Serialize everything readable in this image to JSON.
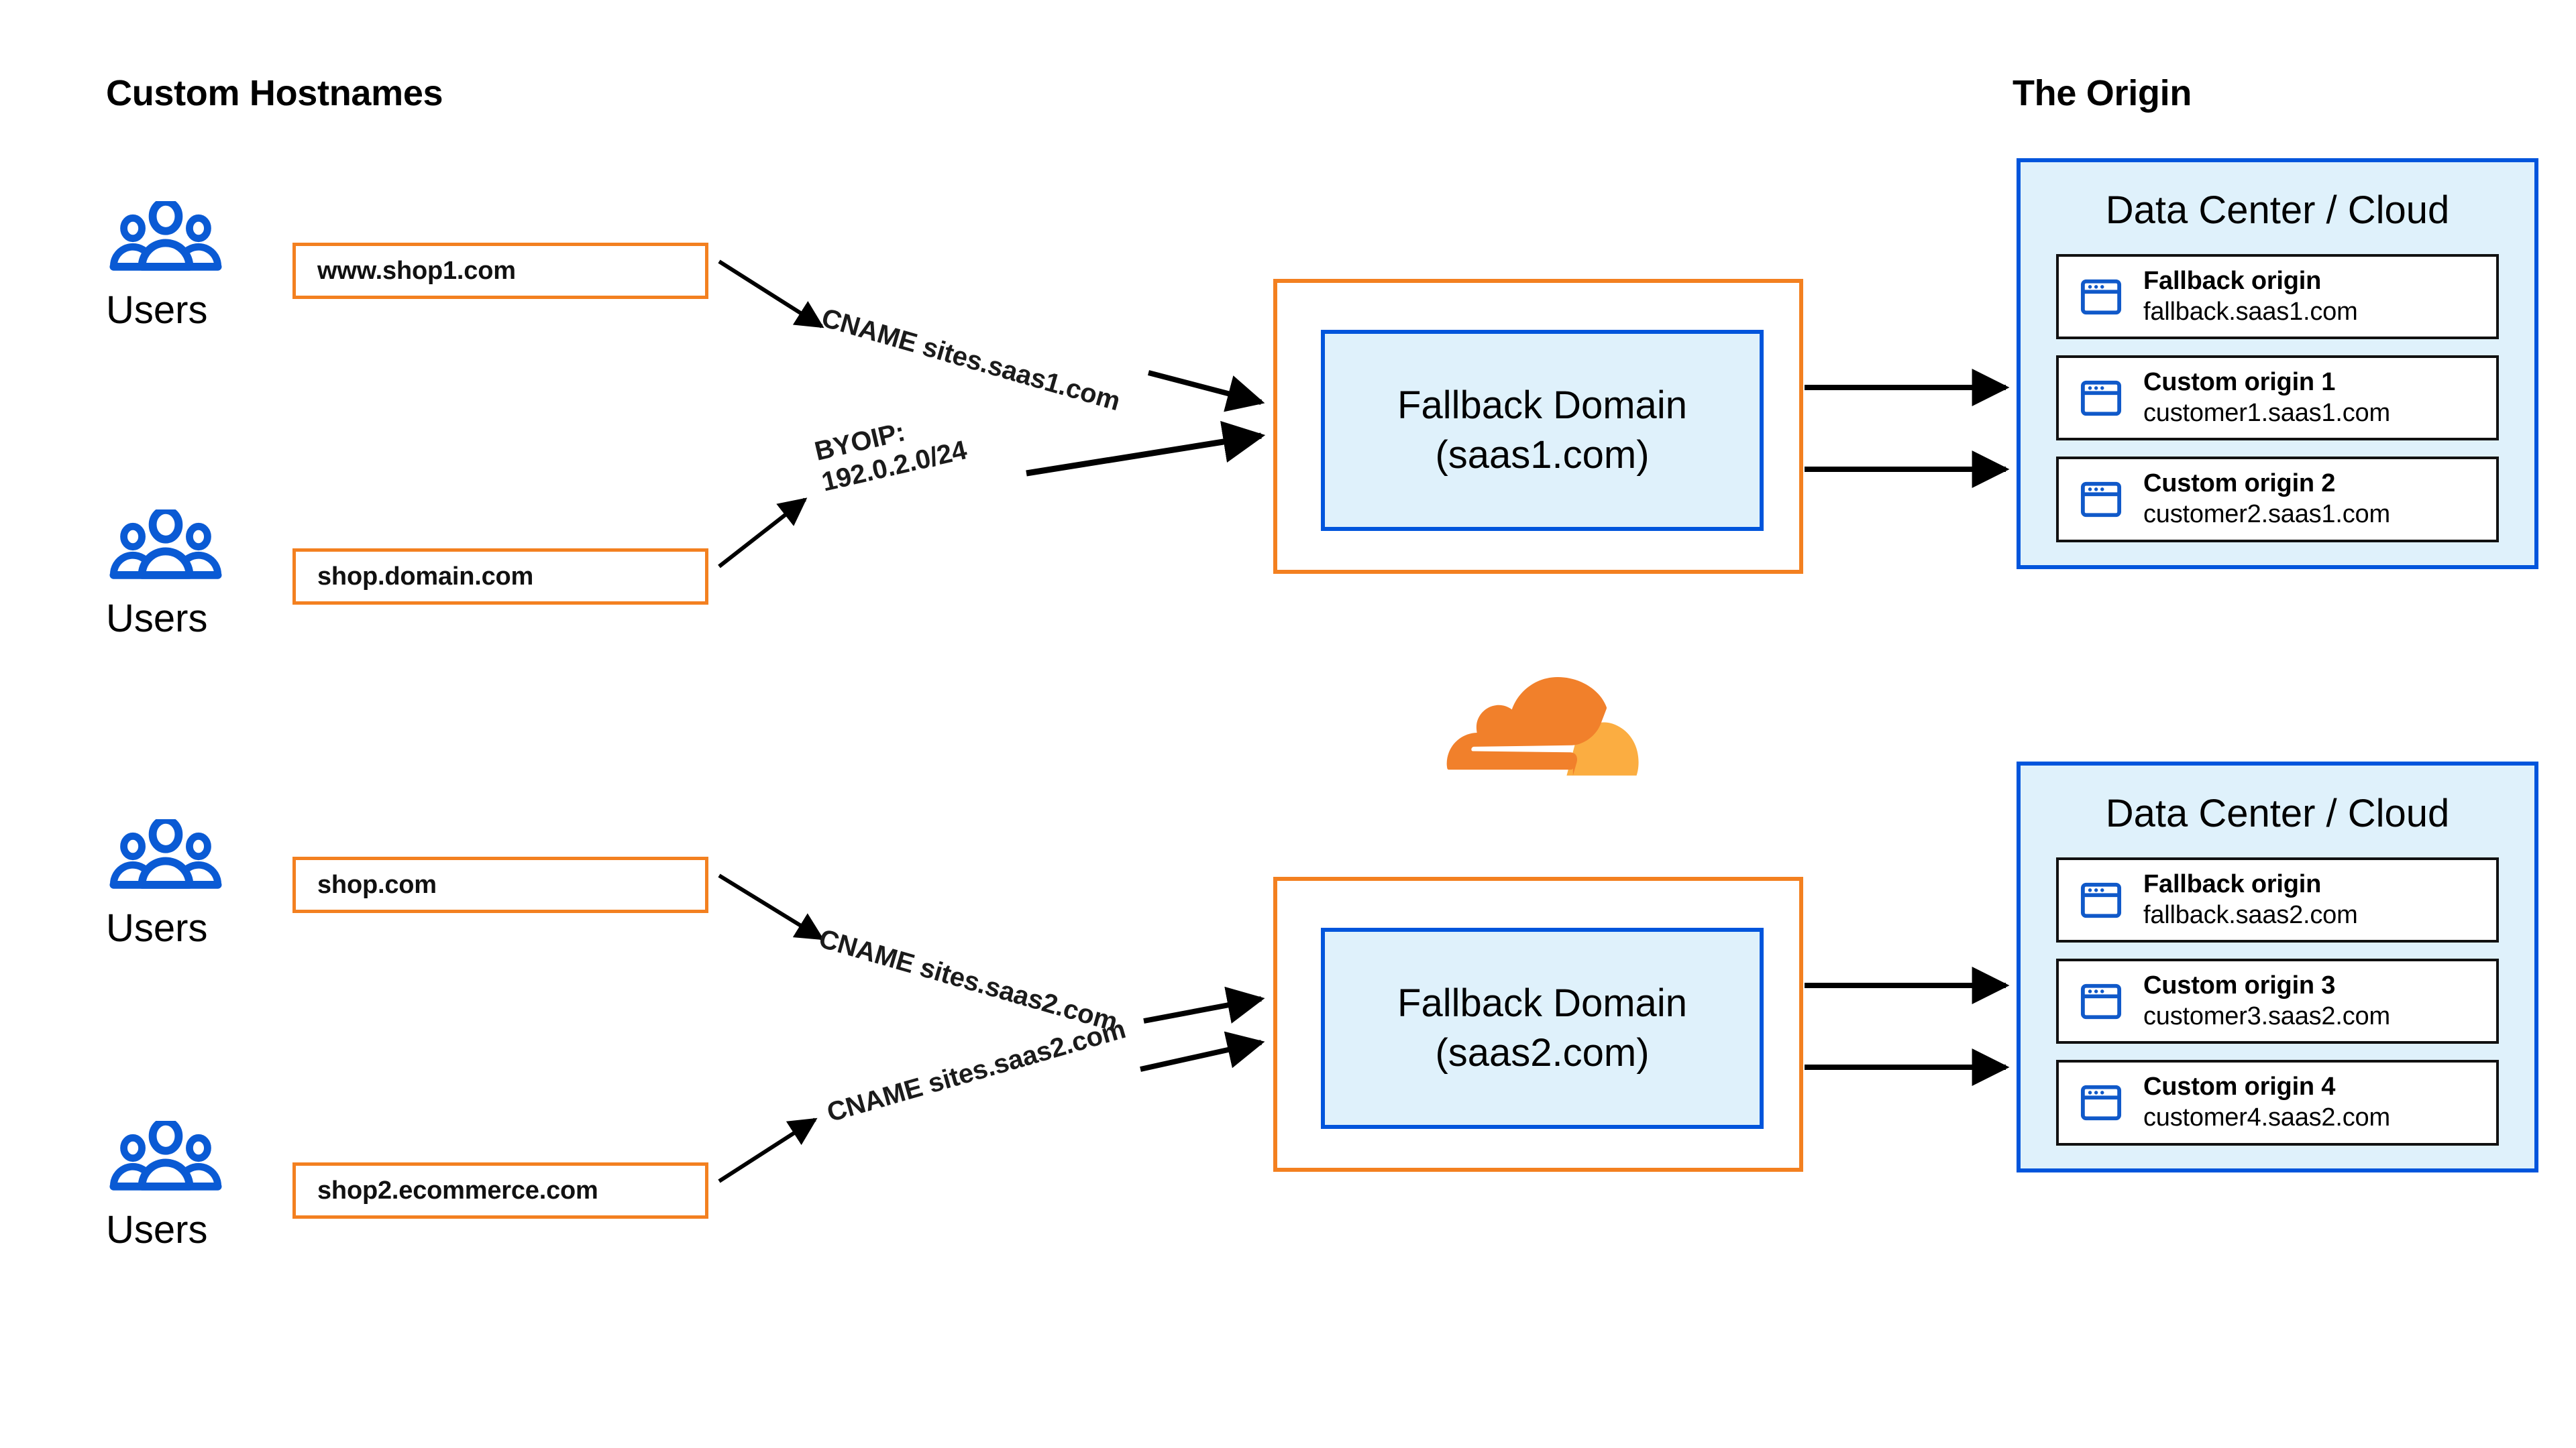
{
  "columns": {
    "left_title": "Custom Hostnames",
    "right_title": "The Origin"
  },
  "colors": {
    "orange": "#F38020",
    "blue": "#0055DC",
    "panel_fill": "#DFF1FB",
    "cloud_dark": "#F1802B",
    "cloud_light": "#FBAD41",
    "text": "#000000"
  },
  "icons": {
    "users": "users-icon",
    "origin": "browser-window-icon",
    "logo": "cloudflare-cloud-logo"
  },
  "users": [
    {
      "label": "Users",
      "hostname": "www.shop1.com"
    },
    {
      "label": "Users",
      "hostname": "shop.domain.com"
    },
    {
      "label": "Users",
      "hostname": "shop.com"
    },
    {
      "label": "Users",
      "hostname": "shop2.ecommerce.com"
    }
  ],
  "connectors": [
    {
      "id": "conn-1",
      "line1": "CNAME sites.saas1.com",
      "line2": ""
    },
    {
      "id": "conn-2",
      "line1": "BYOIP:",
      "line2": "192.0.2.0/24"
    },
    {
      "id": "conn-3",
      "line1": "CNAME sites.saas2.com",
      "line2": ""
    },
    {
      "id": "conn-4",
      "line1": "CNAME sites.saas2.com",
      "line2": ""
    }
  ],
  "fallback_domains": [
    {
      "line1": "Fallback Domain",
      "line2": "(saas1.com)"
    },
    {
      "line1": "Fallback Domain",
      "line2": "(saas2.com)"
    }
  ],
  "datacenters": [
    {
      "title": "Data Center / Cloud",
      "origins": [
        {
          "name": "Fallback origin",
          "host": "fallback.saas1.com"
        },
        {
          "name": "Custom origin 1",
          "host": "customer1.saas1.com"
        },
        {
          "name": "Custom origin 2",
          "host": "customer2.saas1.com"
        }
      ]
    },
    {
      "title": "Data Center / Cloud",
      "origins": [
        {
          "name": "Fallback origin",
          "host": "fallback.saas2.com"
        },
        {
          "name": "Custom origin 3",
          "host": "customer3.saas2.com"
        },
        {
          "name": "Custom origin 4",
          "host": "customer4.saas2.com"
        }
      ]
    }
  ]
}
